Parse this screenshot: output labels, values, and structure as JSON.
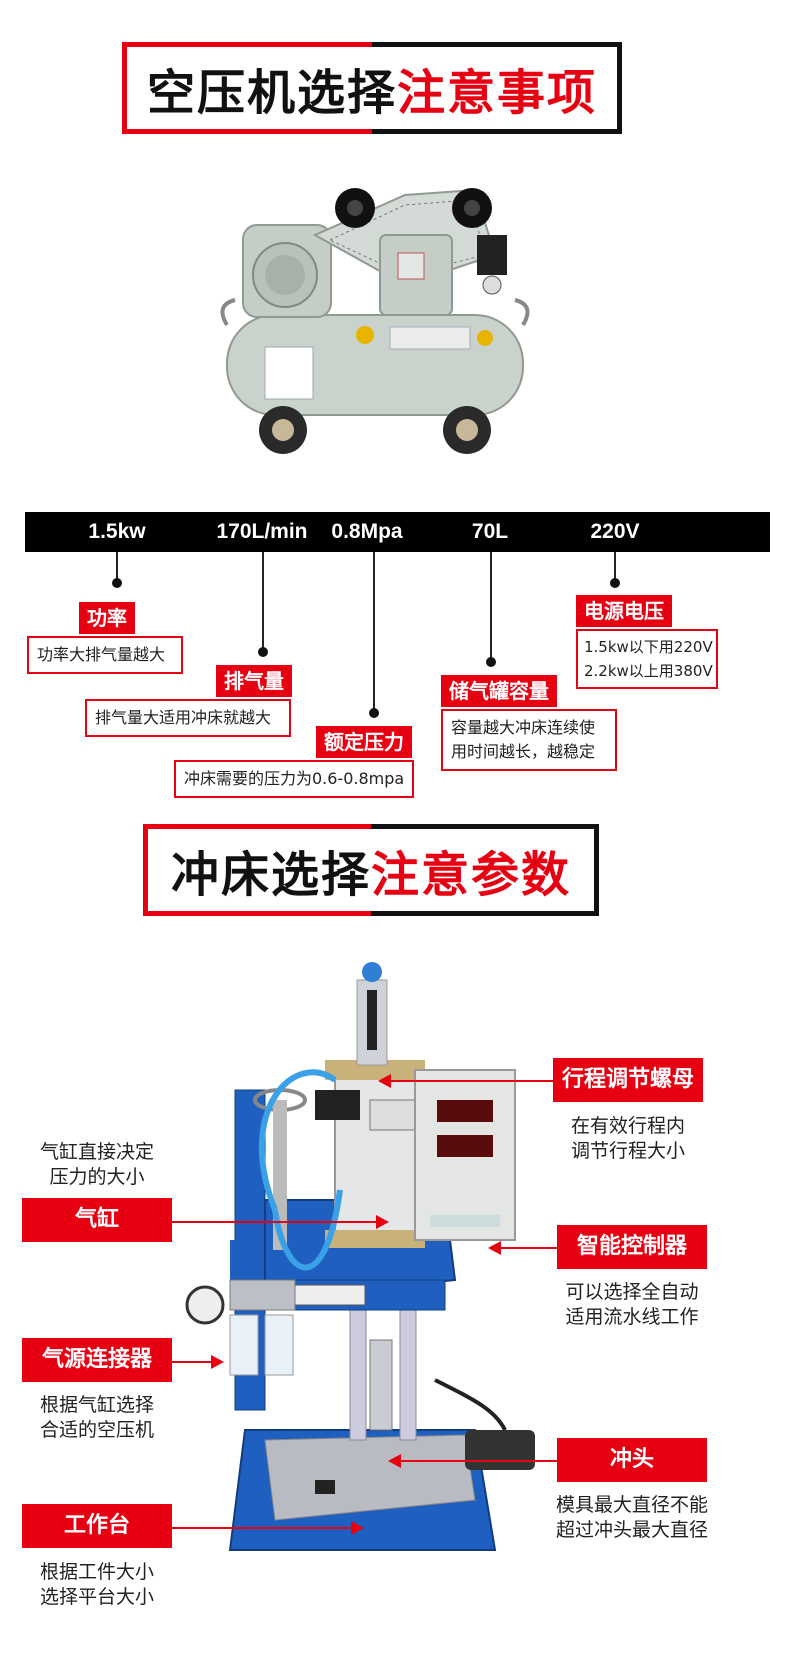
{
  "section1": {
    "title_dark": "空压机选择",
    "title_red": "注意事项"
  },
  "specs": [
    "1.5kw",
    "170L/min",
    "0.8Mpa",
    "70L",
    "220V"
  ],
  "callouts": [
    {
      "label": "功率",
      "lines": [
        "功率大排气量越大"
      ]
    },
    {
      "label": "排气量",
      "lines": [
        "排气量大适用冲床就越大"
      ]
    },
    {
      "label": "额定压力",
      "lines": [
        "冲床需要的压力为0.6-0.8mpa"
      ]
    },
    {
      "label": "储气罐容量",
      "lines": [
        "容量越大冲床连续使",
        "用时间越长，越稳定"
      ]
    },
    {
      "label": "电源电压",
      "lines": [
        "1.5kw以下用220V",
        "2.2kw以上用380V"
      ]
    }
  ],
  "section2": {
    "title_dark": "冲床选择",
    "title_red": "注意参数"
  },
  "press_parts": {
    "stroke_nut": {
      "label": "行程调节螺母",
      "lines": [
        "在有效行程内",
        "调节行程大小"
      ]
    },
    "controller": {
      "label": "智能控制器",
      "lines": [
        "可以选择全自动",
        "适用流水线工作"
      ]
    },
    "punch": {
      "label": "冲头",
      "lines": [
        "模具最大直径不能",
        "超过冲头最大直径"
      ]
    },
    "cylinder": {
      "label": "气缸",
      "lines": [
        "气缸直接决定",
        "压力的大小"
      ]
    },
    "air_connector": {
      "label": "气源连接器",
      "lines": [
        "根据气缸选择",
        "合适的空压机"
      ]
    },
    "worktable": {
      "label": "工作台",
      "lines": [
        "根据工件大小",
        "选择平台大小"
      ]
    }
  },
  "colors": {
    "accent": "#e60012",
    "dark": "#111111",
    "press_blue": "#1f5fbf",
    "compressor": "#c9d3cc"
  }
}
